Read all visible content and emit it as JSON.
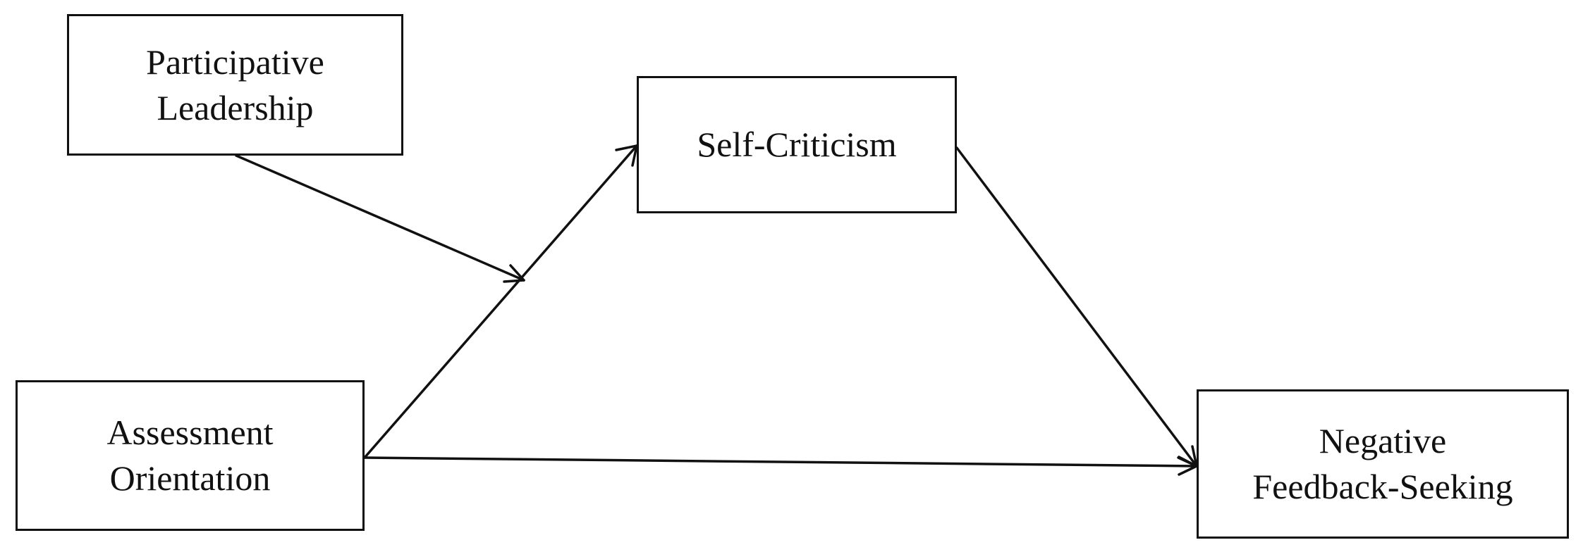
{
  "nodes": {
    "participative_leadership": {
      "line1": "Participative",
      "line2": "Leadership"
    },
    "self_criticism": {
      "line1": "Self-Criticism"
    },
    "assessment_orientation": {
      "line1": "Assessment",
      "line2": "Orientation"
    },
    "negative_feedback_seeking": {
      "line1": "Negative",
      "line2": "Feedback-Seeking"
    }
  },
  "edges": [
    {
      "from": "assessment_orientation",
      "to": "self_criticism",
      "kind": "path"
    },
    {
      "from": "self_criticism",
      "to": "negative_feedback_seeking",
      "kind": "path"
    },
    {
      "from": "assessment_orientation",
      "to": "negative_feedback_seeking",
      "kind": "path"
    },
    {
      "from": "participative_leadership",
      "to": "assessment_orientation__self_criticism",
      "kind": "moderation"
    }
  ],
  "colors": {
    "stroke": "#111111",
    "background": "#ffffff"
  }
}
